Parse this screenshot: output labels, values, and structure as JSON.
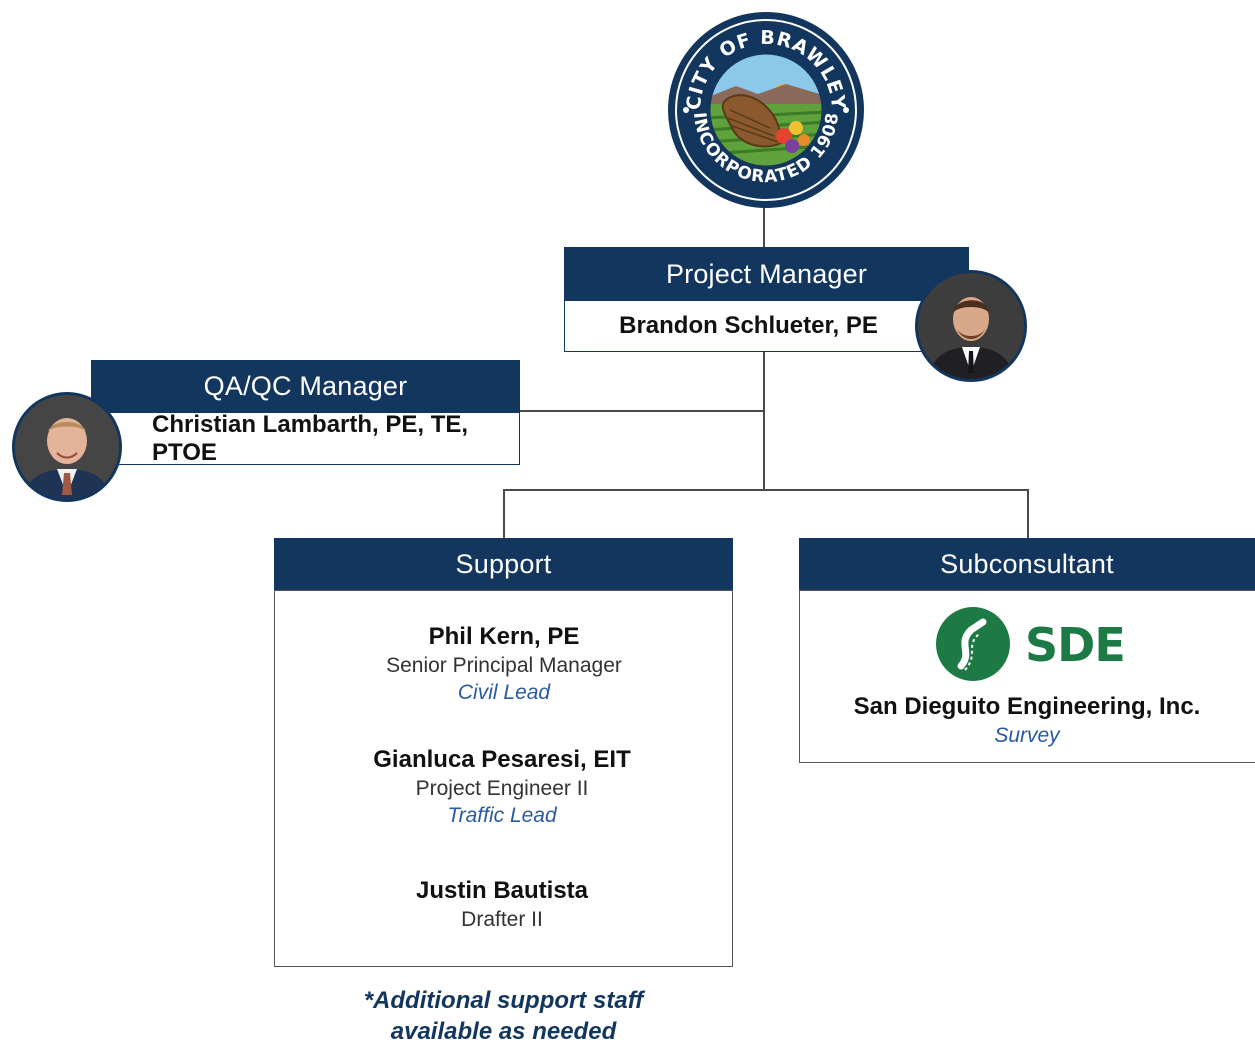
{
  "seal": {
    "top_text": "CITY OF BRAWLEY",
    "bottom_text": "INCORPORATED 1908"
  },
  "project_manager": {
    "role": "Project Manager",
    "name": "Brandon Schlueter, PE"
  },
  "qaqc_manager": {
    "role": "QA/QC Manager",
    "name": "Christian Lambarth, PE, TE, PTOE"
  },
  "support": {
    "header": "Support",
    "members": [
      {
        "name": "Phil Kern, PE",
        "title": "Senior Principal Manager",
        "role": "Civil Lead"
      },
      {
        "name": "Gianluca Pesaresi, EIT",
        "title": "Project Engineer II",
        "role": "Traffic Lead"
      },
      {
        "name": "Justin Bautista",
        "title": "Drafter II",
        "role": ""
      }
    ]
  },
  "subconsultant": {
    "header": "Subconsultant",
    "logo_text": "SDE",
    "company": "San Dieguito Engineering, Inc.",
    "service": "Survey"
  },
  "footnote": {
    "line1": "*Additional support staff",
    "line2": "available as needed"
  },
  "colors": {
    "navy": "#12365e",
    "role_blue": "#2a5aa0",
    "sde_green": "#1e7a45"
  }
}
